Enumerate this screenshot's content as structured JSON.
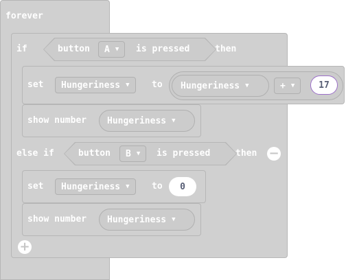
{
  "forever_label": "forever",
  "if_block": {
    "keyword": "if",
    "condition": {
      "button_label": "button",
      "button_value": "A",
      "pressed_label": "is pressed"
    },
    "then_label": "then",
    "set": {
      "label": "set",
      "variable": "Hungeriness",
      "to_label": "to",
      "expression": {
        "left_var": "Hungeriness",
        "operator": "+",
        "right_value": "17"
      }
    },
    "show": {
      "label": "show number",
      "variable": "Hungeriness"
    }
  },
  "else_if_block": {
    "keyword": "else if",
    "condition": {
      "button_label": "button",
      "button_value": "B",
      "pressed_label": "is pressed"
    },
    "then_label": "then",
    "remove_icon": "minus-circle",
    "set": {
      "label": "set",
      "variable": "Hungeriness",
      "to_label": "to",
      "value": "0"
    },
    "show": {
      "label": "show number",
      "variable": "Hungeriness"
    }
  },
  "add_icon": "plus-circle",
  "colors": {
    "block_fill": "#d0d0d0",
    "block_border": "#b6b6b6",
    "text": "#ffffff",
    "number_text": "#575e75",
    "number_border_accent": "#9c6ec9"
  }
}
